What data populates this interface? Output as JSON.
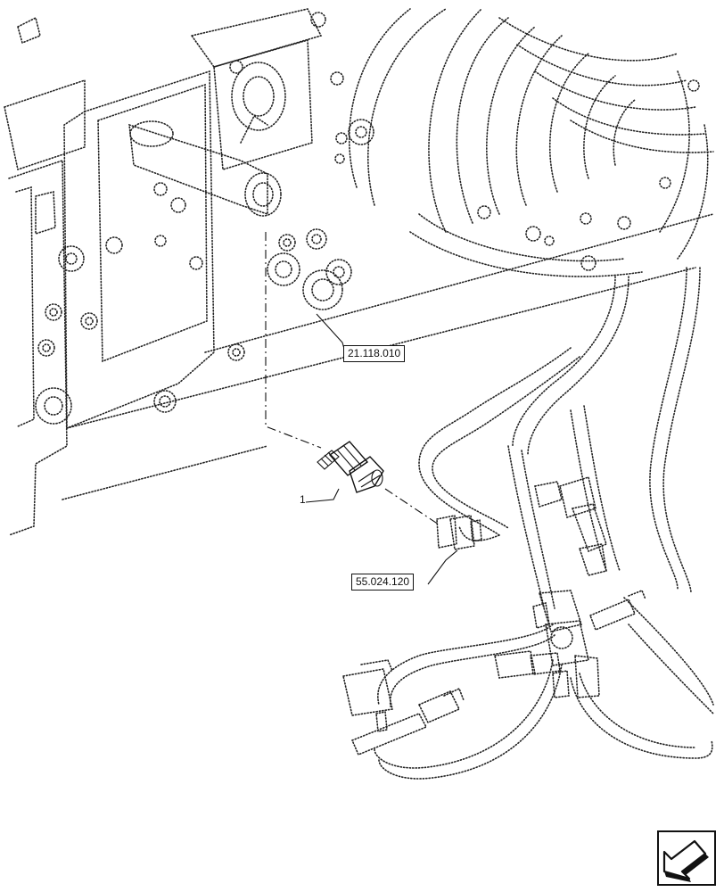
{
  "callouts": {
    "ref_top": "21.118.010",
    "ref_bottom": "55.024.120",
    "item_1": "1"
  },
  "icons": {
    "nav": "next-page-arrow-icon"
  },
  "colors": {
    "line": "#111111",
    "background": "#ffffff"
  }
}
